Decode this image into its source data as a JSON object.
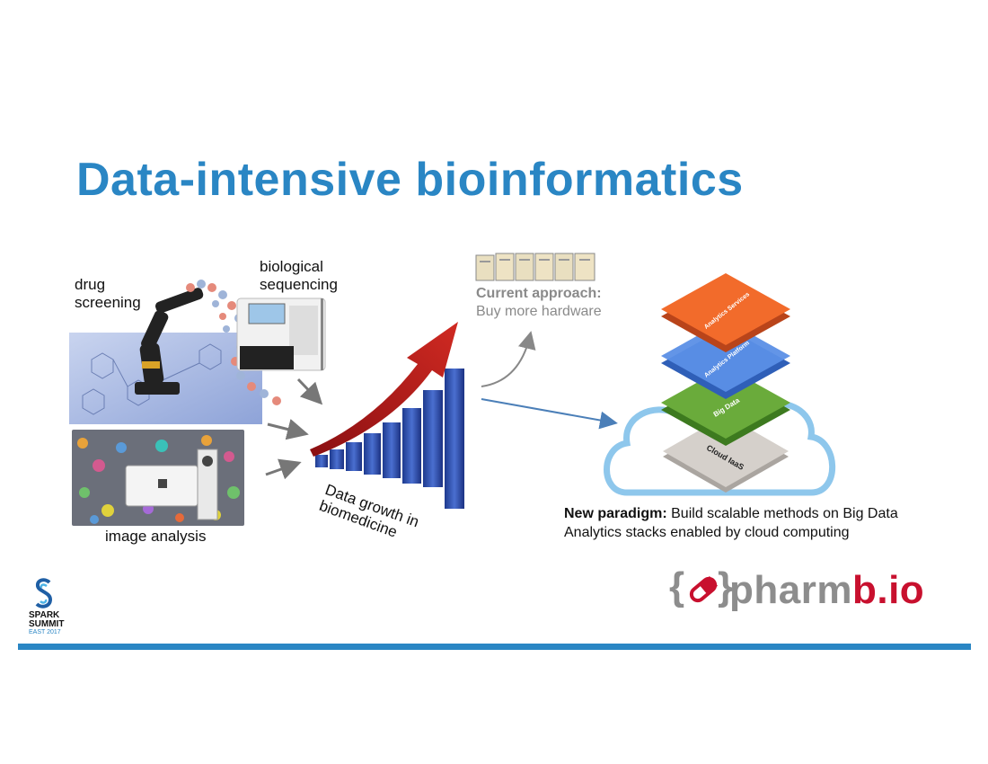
{
  "title": "Data-intensive bioinformatics",
  "left": {
    "drug_line1": "drug",
    "drug_line2": "screening",
    "bio_line1": "biological",
    "bio_line2": "sequencing",
    "image_label": "image analysis"
  },
  "growth": {
    "line1": "Data growth in",
    "line2": "biomedicine"
  },
  "current": {
    "heading": "Current approach:",
    "text": "Buy more hardware"
  },
  "stack": {
    "layer1": "Analytics Services",
    "layer2": "Analytics Platform",
    "layer3": "Big Data",
    "layer4": "Cloud IaaS"
  },
  "paradigm": {
    "bold": "New paradigm:",
    "line1_rest": " Build scalable methods on Big Data",
    "line2": "Analytics stacks enabled by cloud computing"
  },
  "brand": {
    "pharmb_part1": "pharm",
    "pharmb_part2": "b.io",
    "braces_open": "{",
    "braces_close": "}"
  },
  "spark": {
    "line1": "SPARK",
    "line2": "SUMMIT",
    "line3": "EAST 2017"
  },
  "colors": {
    "title": "#2a86c4",
    "rule": "#2a86c4",
    "services": "#f06a2a",
    "platform": "#4f86e0",
    "bigdata": "#66a83a",
    "cloud_iaas": "#cfcac6",
    "cloud_outline": "#8ec7ec",
    "pharm_gray": "#8d8d8d",
    "pharm_red": "#c8102e"
  }
}
